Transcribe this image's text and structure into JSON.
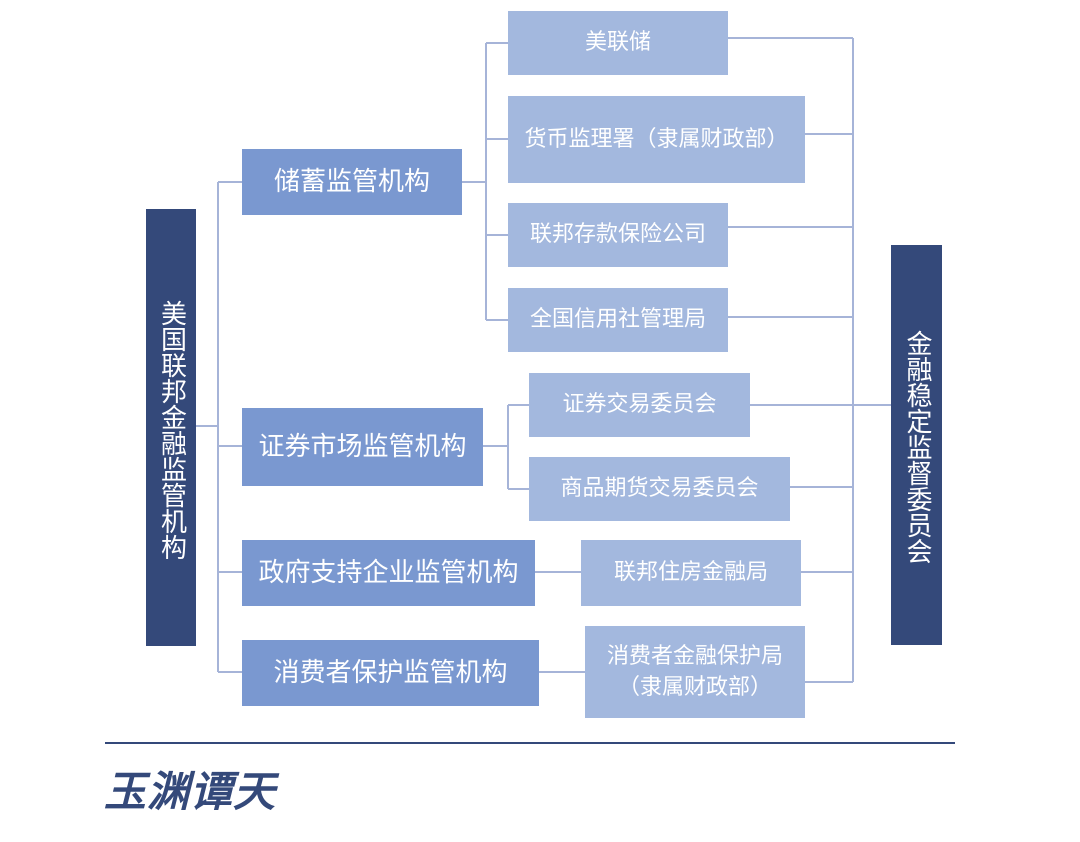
{
  "left_root": "美国联邦金融监管机构",
  "right_root": "金融稳定监督委员会",
  "categories": [
    "储蓄监管机构",
    "证券市场监管机构",
    "政府支持企业监管机构",
    "消费者保护监管机构"
  ],
  "agencies": {
    "savings": [
      "美联储",
      "货币监理署（隶属财政部）",
      "联邦存款保险公司",
      "全国信用社管理局"
    ],
    "securities": [
      "证券交易委员会",
      "商品期货交易委员会"
    ],
    "gse": [
      "联邦住房金融局"
    ],
    "consumer": {
      "line1": "消费者金融保护局",
      "line2": "（隶属财政部）"
    }
  },
  "logo_text": "玉渊谭天",
  "colors": {
    "root": "#34497a",
    "category": "#7a98d0",
    "agency": "#a3b8de",
    "connector": "#a6b4d8"
  }
}
